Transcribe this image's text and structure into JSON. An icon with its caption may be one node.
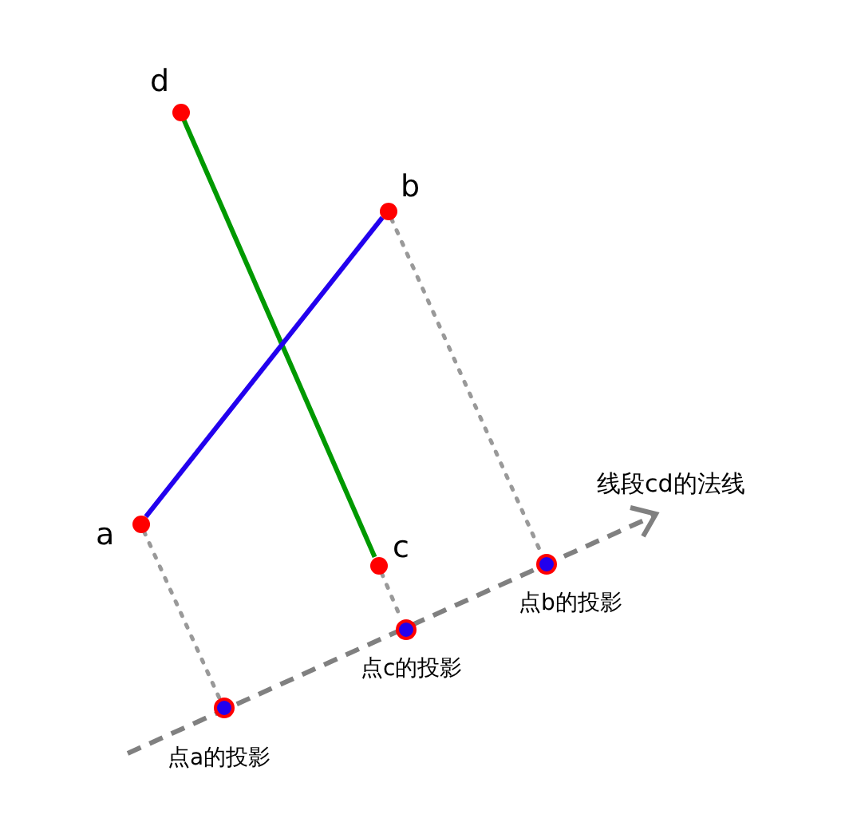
{
  "diagram": {
    "nodes": [
      {
        "text": [],
        "shape": "circle",
        "beside": [
          "d"
        ]
      },
      {
        "text": [],
        "shape": "circle",
        "beside": [
          "b"
        ]
      },
      {
        "text": [],
        "shape": "circle",
        "beside": [
          "a"
        ]
      },
      {
        "text": [],
        "shape": "circle",
        "beside": [
          "c"
        ]
      },
      {
        "text": [],
        "shape": "circle",
        "beside": [
          "点b的投影"
        ]
      },
      {
        "text": [],
        "shape": "circle",
        "beside": [
          "点c的投影"
        ]
      },
      {
        "text": [],
        "shape": "circle",
        "beside": [
          "点a的投影"
        ]
      }
    ],
    "edges": [
      {
        "from": 0,
        "to": 3,
        "arrow": "none",
        "color": "#009900"
      },
      {
        "from": 2,
        "to": 1,
        "arrow": "none",
        "color": "#2200ee"
      },
      {
        "from": 1,
        "to": 4,
        "arrow": "none",
        "style": "dashed",
        "color": "#999999"
      },
      {
        "from": 3,
        "to": 5,
        "arrow": "none",
        "style": "dashed",
        "color": "#999999"
      },
      {
        "from": 2,
        "to": 6,
        "arrow": "none",
        "style": "dashed",
        "color": "#999999"
      }
    ],
    "labels": [
      "线段cd的法线"
    ]
  }
}
